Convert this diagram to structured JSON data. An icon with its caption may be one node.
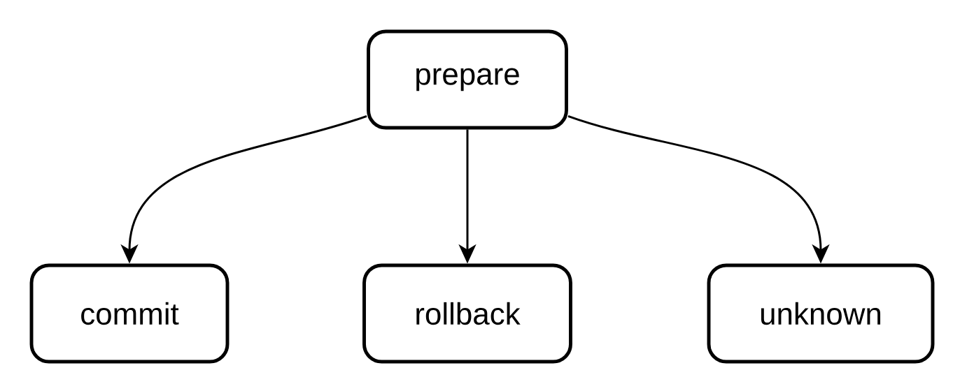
{
  "diagram": {
    "nodes": [
      {
        "text": [
          "prepare"
        ]
      },
      {
        "text": [
          "commit"
        ]
      },
      {
        "text": [
          "rollback"
        ]
      },
      {
        "text": [
          "unknown"
        ]
      }
    ],
    "edges": [
      {
        "from": 0,
        "to": 1,
        "arrow": "to"
      },
      {
        "from": 0,
        "to": 2,
        "arrow": "to"
      },
      {
        "from": 0,
        "to": 3,
        "arrow": "to"
      }
    ]
  }
}
